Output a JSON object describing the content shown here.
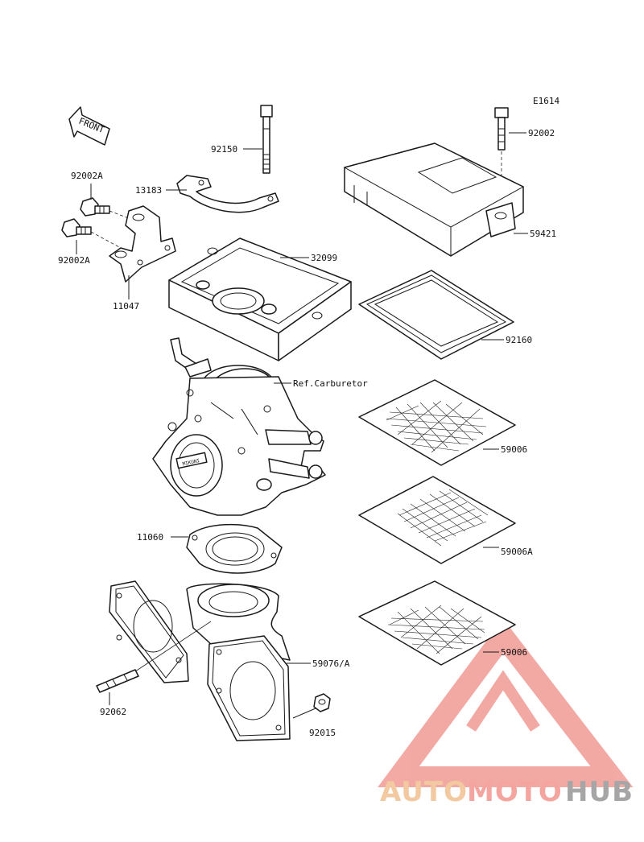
{
  "diagram_id": "E1614",
  "front_label": "FRONT",
  "labels": {
    "p92150": "92150",
    "p13183": "13183",
    "p92002a_top": "92002A",
    "p92002a_bottom": "92002A",
    "p11047": "11047",
    "p32099": "32099",
    "p92002": "92002",
    "p59421": "59421",
    "p92160": "92160",
    "ref_carburetor": "Ref.Carburetor",
    "p59006_a": "59006",
    "p59006a": "59006A",
    "p59006_b": "59006",
    "p11060": "11060",
    "p59076a": "59076/A",
    "p92062": "92062",
    "p92015": "92015",
    "carb_badge": "MIKUNI"
  },
  "watermark": {
    "part1": "AUTO",
    "part2": "MOTO",
    "part3": "HUB",
    "colors": {
      "auto": "#f2c9a0",
      "moto": "#f4a5a0",
      "hub": "#a6a6a6",
      "triangle": "#f2a09a"
    }
  }
}
